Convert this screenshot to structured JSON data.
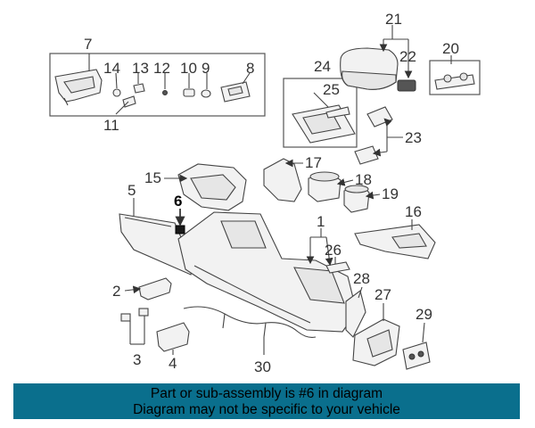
{
  "diagram": {
    "callouts": [
      "7",
      "14",
      "13",
      "12",
      "10",
      "9",
      "8",
      "11",
      "21",
      "20",
      "22",
      "24",
      "25",
      "23",
      "17",
      "15",
      "18",
      "19",
      "5",
      "6",
      "16",
      "1",
      "26",
      "2",
      "28",
      "27",
      "29",
      "3",
      "4",
      "30"
    ],
    "highlighted": "6"
  },
  "banner": {
    "line1": "Part or sub-assembly is #6 in diagram",
    "line2": "Diagram may not be specific to your vehicle",
    "color": "#0a6f8d"
  }
}
